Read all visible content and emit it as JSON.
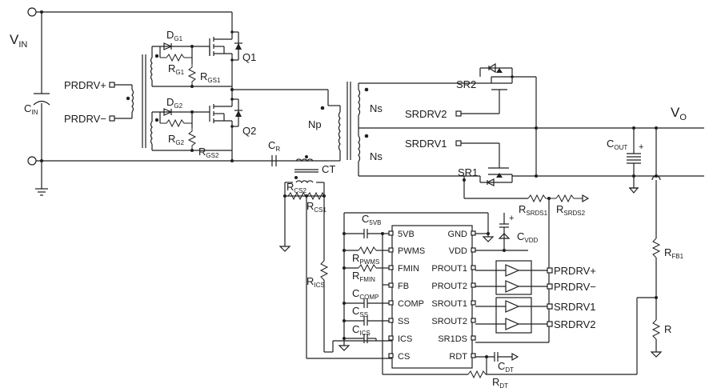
{
  "labels": {
    "vin": "V",
    "vin_sub": "IN",
    "cin": "C",
    "cin_sub": "IN",
    "prdrv_plus": "PRDRV+",
    "prdrv_minus": "PRDRV−",
    "dg1": "D",
    "dg1_sub": "G1",
    "rg1": "R",
    "rg1_sub": "G1",
    "rgs1": "R",
    "rgs1_sub": "GS1",
    "q1": "Q1",
    "dg2": "D",
    "dg2_sub": "G2",
    "rg2": "R",
    "rg2_sub": "G2",
    "rgs2": "R",
    "rgs2_sub": "GS2",
    "q2": "Q2",
    "np": "Np",
    "cr": "C",
    "cr_sub": "R",
    "ct": "CT",
    "ns_top": "Ns",
    "ns_bottom": "Ns",
    "sr2": "SR2",
    "srdrv2": "SRDRV2",
    "srdrv1": "SRDRV1",
    "sr1": "SR1",
    "vo": "V",
    "vo_sub": "O",
    "cout": "C",
    "cout_sub": "OUT",
    "rsrds1": "R",
    "rsrds1_sub": "SRDS1",
    "rsrds2": "R",
    "rsrds2_sub": "SRDS2",
    "rcs2": "R",
    "rcs2_sub": "CS2",
    "rcs1": "R",
    "rcs1_sub": "CS1",
    "rics": "R",
    "rics_sub": "ICS",
    "c5vb": "C",
    "c5vb_sub": "5VB",
    "cvdd": "C",
    "cvdd_sub": "VDD",
    "rpwms": "R",
    "rpwms_sub": "PWMS",
    "rfmin": "R",
    "rfmin_sub": "FMIN",
    "ccomp": "C",
    "ccomp_sub": "COMP",
    "css": "C",
    "css_sub": "SS",
    "cics": "C",
    "cics_sub": "ICS",
    "cdt": "C",
    "cdt_sub": "DT",
    "rdt": "R",
    "rdt_sub": "DT",
    "rfb1": "R",
    "rfb1_sub": "FB1",
    "r": "R",
    "out_prdrv_plus": "PRDRV+",
    "out_prdrv_minus": "PRDRV−",
    "out_srdrv1": "SRDRV1",
    "out_srdrv2": "SRDRV2"
  },
  "ic_pins_left": [
    "5VB",
    "PWMS",
    "FMIN",
    "FB",
    "COMP",
    "SS",
    "ICS",
    "CS"
  ],
  "ic_pins_right": [
    "GND",
    "VDD",
    "PROUT1",
    "PROUT2",
    "SROUT1",
    "SROUT2",
    "SR1DS",
    "RDT"
  ]
}
